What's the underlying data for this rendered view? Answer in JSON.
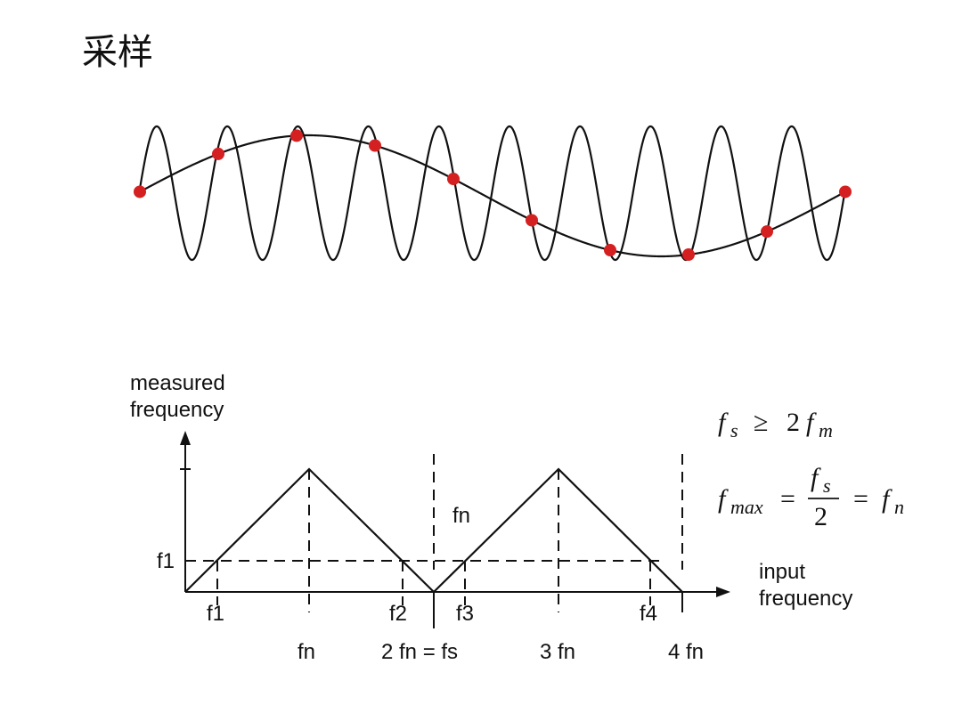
{
  "slide": {
    "title": "采样"
  },
  "signal": {
    "fast_cycles": 10,
    "slow_cycles": 1,
    "colors": {
      "wave": "#111111",
      "sample": "#d42020"
    }
  },
  "aliasing": {
    "y_axis_label_line1": "measured",
    "y_axis_label_line2": "frequency",
    "x_axis_label_line1": "input",
    "x_axis_label_line2": "frequency",
    "f1_marker": "f1",
    "fn_marker": "fn",
    "upper_ticks": [
      "f1",
      "f2",
      "f3",
      "f4"
    ],
    "lower_ticks": [
      "fn",
      "2 fn = fs",
      "3 fn",
      "4 fn"
    ]
  },
  "formulas": {
    "sampling_theorem": {
      "lhs": "f",
      "lhs_sub": "s",
      "op": "≥",
      "rhs_coef": "2",
      "rhs": "f",
      "rhs_sub": "m"
    },
    "nyquist": {
      "lhs": "f",
      "lhs_sub": "max",
      "eq": "=",
      "num": "f",
      "num_sub": "s",
      "den": "2",
      "eq2": "=",
      "rhs": "f",
      "rhs_sub": "n"
    }
  }
}
